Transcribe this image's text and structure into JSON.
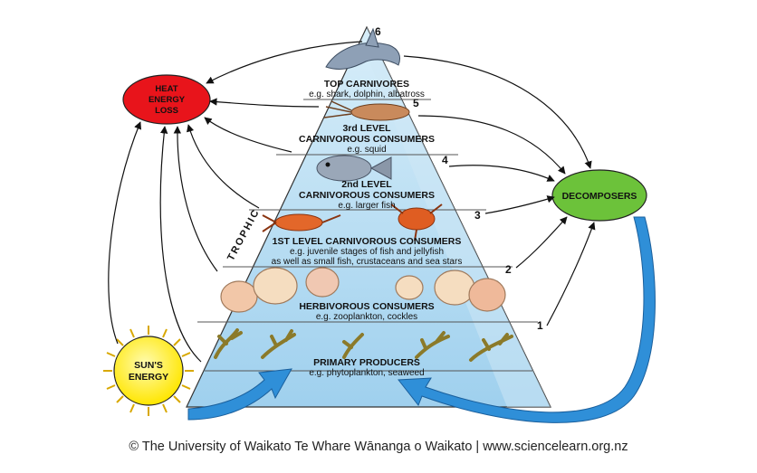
{
  "levels": [
    {
      "number": "1",
      "title": "PRIMARY PRODUCERS",
      "example": "e.g. phytoplankton, seaweed"
    },
    {
      "number": "2",
      "title": "HERBIVOROUS CONSUMERS",
      "example": "e.g. zooplankton, cockles"
    },
    {
      "number": "3",
      "title": "1ST LEVEL CARNIVOROUS CONSUMERS",
      "example_line1": "e.g. juvenile stages of fish and jellyfish",
      "example_line2": "as well as small fish, crustaceans and sea stars"
    },
    {
      "number": "4",
      "title_line1": "2nd LEVEL",
      "title_line2": "CARNIVOROUS CONSUMERS",
      "example": "e.g. larger fish"
    },
    {
      "number": "5",
      "title_line1": "3rd LEVEL",
      "title_line2": "CARNIVOROUS CONSUMERS",
      "example": "e.g. squid"
    },
    {
      "number": "6",
      "title": "TOP CARNIVORES",
      "example": "e.g. shark, dolphin, albatross"
    }
  ],
  "side_label": "TROPHIC",
  "heat": {
    "line1": "HEAT",
    "line2": "ENERGY",
    "line3": "LOSS",
    "color": "#e8141b"
  },
  "decomposers": {
    "label": "DECOMPOSERS",
    "color": "#6cc23a"
  },
  "sun": {
    "line1": "SUN'S",
    "line2": "ENERGY",
    "color": "#fff200"
  },
  "colors": {
    "pyramid": "#bcdff2",
    "return_arrow": "#2f8fd8"
  },
  "credit": "© The University of Waikato Te Whare Wānanga o Waikato | www.sciencelearn.org.nz"
}
